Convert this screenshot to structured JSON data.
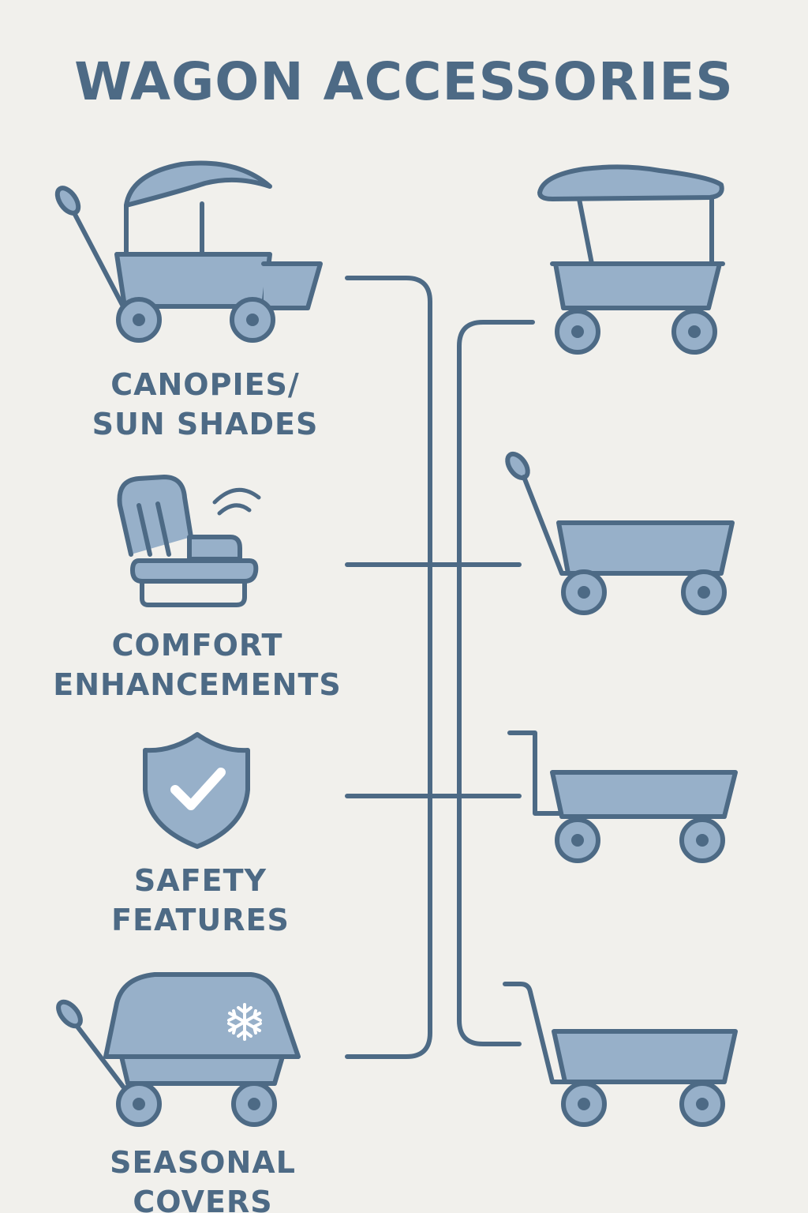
{
  "title": "WAGON ACCESSORIES",
  "categories": [
    {
      "line1": "CANOPIES/",
      "line2": "SUN SHADES",
      "icon": "canopy-wagon-icon"
    },
    {
      "line1": "COMFORT",
      "line2": "ENHANCEMENTS",
      "icon": "padded-seat-icon"
    },
    {
      "line1": "SAFETY",
      "line2": "FEATURES",
      "icon": "shield-check-icon"
    },
    {
      "line1": "SEASONAL",
      "line2": "COVERS",
      "icon": "covered-wagon-snowflake-icon"
    }
  ],
  "wagons": [
    {
      "icon": "canopy-wagon-icon"
    },
    {
      "icon": "pull-handle-wagon-icon"
    },
    {
      "icon": "push-bar-wagon-icon"
    },
    {
      "icon": "hooked-handle-wagon-icon"
    }
  ],
  "colors": {
    "background": "#f1f0ec",
    "stroke": "#4d6a85",
    "fill": "#97b0c9",
    "text": "#4d6a85",
    "highlight": "#ffffff"
  }
}
